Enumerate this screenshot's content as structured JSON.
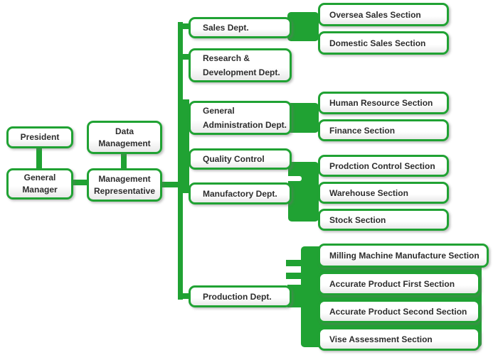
{
  "colors": {
    "green": "#20a233",
    "text": "#2d2d2d"
  },
  "nodes": [
    {
      "id": "president",
      "label": "President"
    },
    {
      "id": "general-manager",
      "label": "General Manager"
    },
    {
      "id": "data-management",
      "label": "Data Management"
    },
    {
      "id": "management-representative",
      "label": "Management Representative"
    },
    {
      "id": "sales-dept",
      "label": "Sales Dept."
    },
    {
      "id": "research-development-dept",
      "label": "Research & Development Dept."
    },
    {
      "id": "general-administration-dept",
      "label": "General Administration Dept."
    },
    {
      "id": "quality-control",
      "label": "Quality Control"
    },
    {
      "id": "manufactory-dept",
      "label": "Manufactory Dept."
    },
    {
      "id": "production-dept",
      "label": "Production Dept."
    },
    {
      "id": "oversea-sales-section",
      "label": "Oversea Sales Section"
    },
    {
      "id": "domestic-sales-section",
      "label": "Domestic Sales Section"
    },
    {
      "id": "human-resource-section",
      "label": "Human Resource Section"
    },
    {
      "id": "finance-section",
      "label": "Finance Section"
    },
    {
      "id": "prodction-control-section",
      "label": "Prodction Control Section"
    },
    {
      "id": "warehouse-section",
      "label": "Warehouse Section"
    },
    {
      "id": "stock-section",
      "label": "Stock Section"
    },
    {
      "id": "milling-machine-manufacture-section",
      "label": "Milling Machine Manufacture Section"
    },
    {
      "id": "accurate-product-first-section",
      "label": "Accurate Product First Section"
    },
    {
      "id": "accurate-product-second-section",
      "label": "Accurate Product Second Section"
    },
    {
      "id": "vise-assessment-section",
      "label": "Vise Assessment Section"
    }
  ],
  "edges": [
    [
      "president",
      "general-manager"
    ],
    [
      "data-management",
      "management-representative"
    ],
    [
      "general-manager",
      "management-representative"
    ],
    [
      "management-representative",
      "sales-dept"
    ],
    [
      "management-representative",
      "research-development-dept"
    ],
    [
      "management-representative",
      "general-administration-dept"
    ],
    [
      "management-representative",
      "quality-control"
    ],
    [
      "management-representative",
      "manufactory-dept"
    ],
    [
      "management-representative",
      "production-dept"
    ],
    [
      "sales-dept",
      "oversea-sales-section"
    ],
    [
      "sales-dept",
      "domestic-sales-section"
    ],
    [
      "general-administration-dept",
      "human-resource-section"
    ],
    [
      "general-administration-dept",
      "finance-section"
    ],
    [
      "quality-control",
      "prodction-control-section"
    ],
    [
      "manufactory-dept",
      "prodction-control-section"
    ],
    [
      "manufactory-dept",
      "warehouse-section"
    ],
    [
      "manufactory-dept",
      "stock-section"
    ],
    [
      "production-dept",
      "milling-machine-manufacture-section"
    ],
    [
      "production-dept",
      "accurate-product-first-section"
    ],
    [
      "production-dept",
      "accurate-product-second-section"
    ],
    [
      "production-dept",
      "vise-assessment-section"
    ]
  ]
}
